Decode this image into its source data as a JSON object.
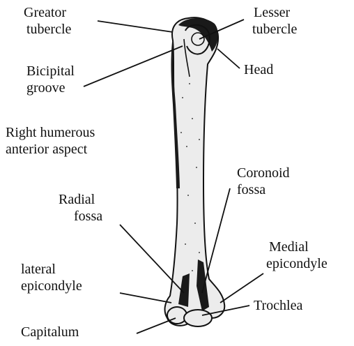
{
  "caption": {
    "line1": "Right humerous",
    "line2": "anterior aspect"
  },
  "labels": {
    "greater_tubercle": [
      "Greator",
      "tubercle"
    ],
    "lesser_tubercle": [
      "Lesser",
      "tubercle"
    ],
    "head": "Head",
    "bicipital_groove": [
      "Bicipital",
      "groove"
    ],
    "coronoid_fossa": [
      "Coronoid",
      "fossa"
    ],
    "radial_fossa": [
      "Radial",
      "fossa"
    ],
    "medial_epicondyle": [
      "Medial",
      "epicondyle"
    ],
    "lateral_epicondyle": [
      "lateral",
      "epicondyle"
    ],
    "trochlea": "Trochlea",
    "capitulum": "Capitalum"
  },
  "colors": {
    "bone_fill": "#ececec",
    "outline": "#111111",
    "shadow": "#1a1a1a"
  }
}
